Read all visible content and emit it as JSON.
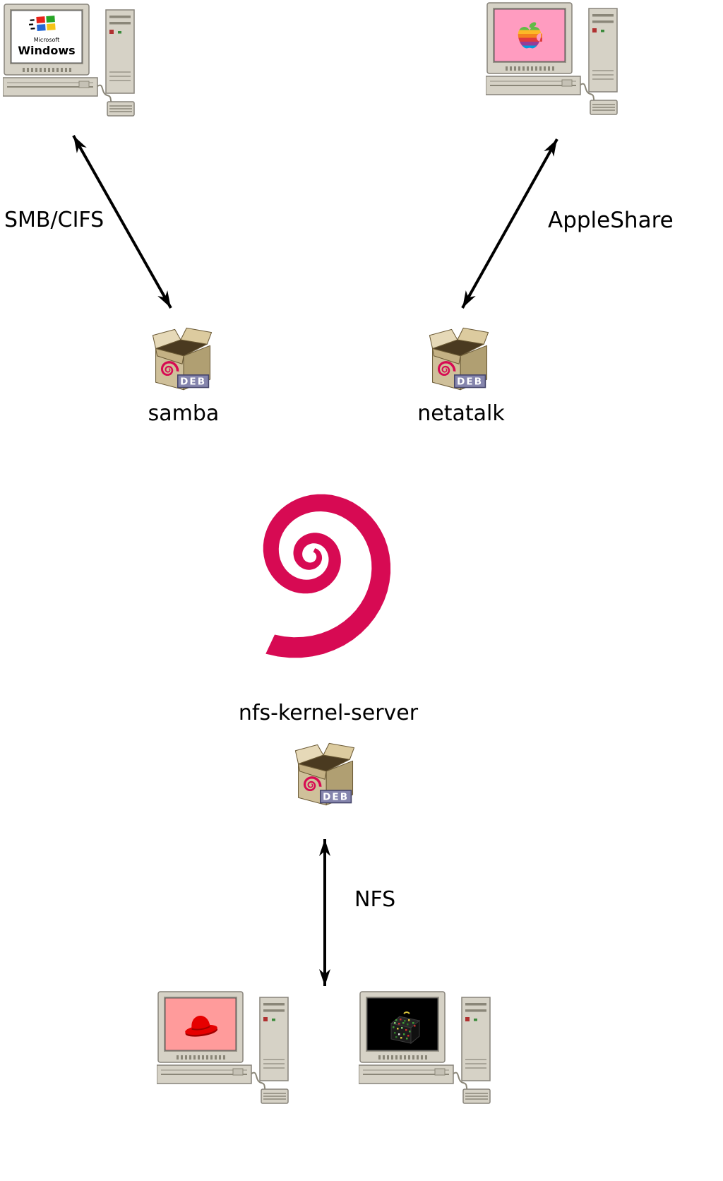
{
  "labels": {
    "smb_cifs": "SMB/CIFS",
    "appleshare": "AppleShare",
    "nfs": "NFS",
    "samba": "samba",
    "netatalk": "netatalk",
    "nfs_kernel_server": "nfs-kernel-server"
  },
  "windows_screen": {
    "brand_small": "Microsoft",
    "brand": "Windows"
  },
  "package_badge": "DEB",
  "colors": {
    "debian_swirl": "#d70a53",
    "arrow": "#000000",
    "windows_screen_bg": "#ffffff",
    "apple_screen_bg": "#ff9cc0",
    "redhat_screen_bg": "#ff9b9b",
    "dark_screen_bg": "#000000",
    "box_face": "#cfc09a",
    "box_side": "#b09f72",
    "box_flap": "#e6d9b8",
    "badge_bg": "#8585ad"
  },
  "icons": {
    "windows-computer-icon": "desktop PC with CRT showing Windows flag logo",
    "apple-computer-icon": "desktop PC with CRT showing rainbow Apple logo",
    "redhat-computer-icon": "desktop PC with CRT showing red fedora logo",
    "unix-computer-icon": "desktop PC with CRT showing dark cube artwork",
    "deb-package-icon": "open cardboard box with Debian swirl and DEB badge",
    "debian-swirl-icon": "large crimson Debian spiral logo",
    "double-arrow-icon": "double-headed black arrow connector"
  }
}
